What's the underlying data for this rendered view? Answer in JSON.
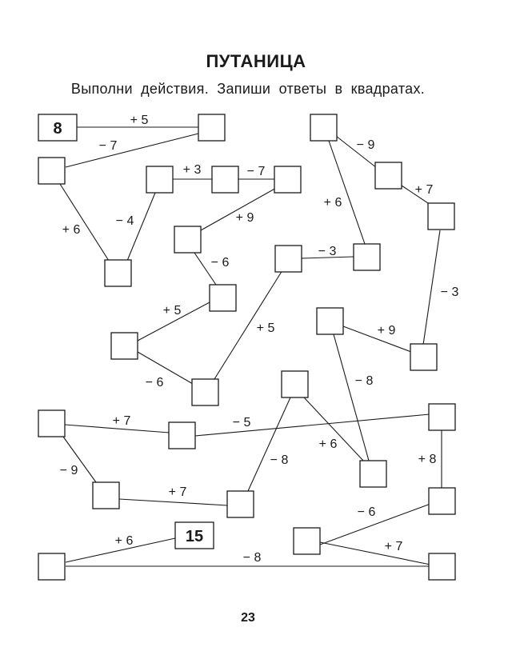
{
  "header": {
    "title": "ПУТАНИЦА",
    "instruction": "Выполни действия. Запиши ответы в квадратах."
  },
  "puzzle": {
    "given_boxes": [
      "8",
      "15"
    ],
    "operations": {
      "op_plus5_top": "+ 5",
      "op_minus7_top": "− 7",
      "op_plus6_left": "+ 6",
      "op_minus4": "− 4",
      "op_plus3": "+ 3",
      "op_minus7_mid": "− 7",
      "op_plus9_mid": "+ 9",
      "op_minus6_mid": "− 6",
      "op_plus5_mid": "+ 5",
      "op_minus6_left": "− 6",
      "op_plus5_long": "+ 5",
      "op_minus3_mid": "− 3",
      "op_minus9_top": "− 9",
      "op_plus7_right": "+ 7",
      "op_plus6_right": "+ 6",
      "op_minus3_right": "− 3",
      "op_plus9_right": "+ 9",
      "op_minus8_right": "− 8",
      "op_plus7_bottom": "+ 7",
      "op_minus5_bottom": "− 5",
      "op_minus9_bottom": "− 9",
      "op_plus7_lower": "+ 7",
      "op_minus8_center": "− 8",
      "op_plus6_center": "+ 6",
      "op_plus8_right": "+ 8",
      "op_minus6_bottom": "− 6",
      "op_plus6_bottom": "+ 6",
      "op_plus7_last": "+ 7",
      "op_minus8_last": "− 8"
    }
  },
  "footer": {
    "page_number": "23"
  }
}
